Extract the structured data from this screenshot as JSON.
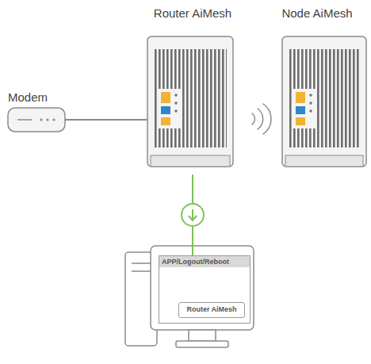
{
  "diagram": {
    "nodes": [
      {
        "text": [
          "Modem"
        ]
      },
      {
        "text": [
          "Router AiMesh"
        ]
      },
      {
        "text": [
          "Node AiMesh"
        ]
      },
      {
        "text": [
          "APP/Logout/Reboot"
        ]
      },
      {
        "text": [
          "Router AiMesh"
        ],
        "in": 3
      }
    ],
    "edges": [
      {
        "from": 0,
        "to": 1,
        "arrow": "none"
      },
      {
        "from": 1,
        "to": 3,
        "arrow": "none"
      }
    ]
  }
}
